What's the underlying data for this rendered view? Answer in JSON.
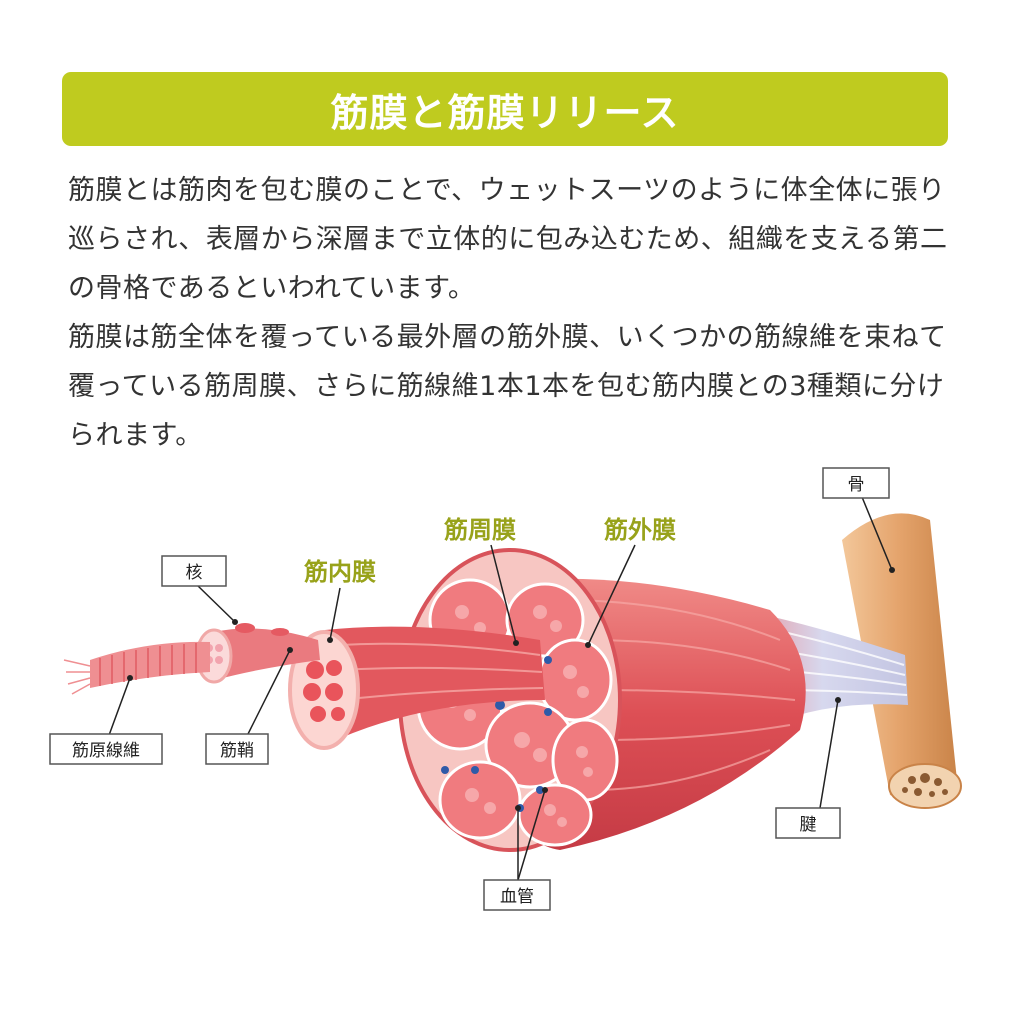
{
  "header": {
    "title": "筋膜と筋膜リリース"
  },
  "description": {
    "paragraphs": [
      "筋膜とは筋肉を包む膜のことで、ウェットスーツのように体全体に張り巡らされ、表層から深層まで立体的に包み込むため、組織を支える第二の骨格であるといわれています。",
      "筋膜は筋全体を覆っている最外層の筋外膜、いくつかの筋線維を束ねて覆っている筋周膜、さらに筋線維1本1本を包む筋内膜との3種類に分けられます。"
    ]
  },
  "diagram": {
    "labels": {
      "kaku": "核",
      "kingensen": "筋原線維",
      "kinshou": "筋鞘",
      "kinnaimaku": "筋内膜",
      "kinshuumaku": "筋周膜",
      "kingaimaku": "筋外膜",
      "hone": "骨",
      "ken": "腱",
      "kekkan": "血管"
    },
    "colors": {
      "banner": "#bfcb1f",
      "accent_label": "#98a21a",
      "muscle": "#e0545a",
      "muscle_light": "#f5b7b4",
      "bone": "#e4a36b",
      "tendon": "#c9cbe4",
      "vessel": "#2f5aa8"
    }
  }
}
